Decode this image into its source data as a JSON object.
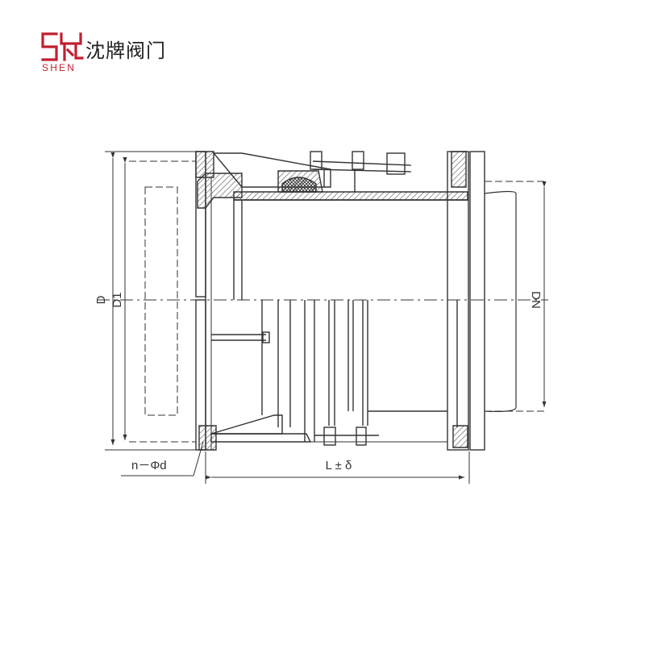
{
  "brand": {
    "name_cn": "沈牌阀门",
    "name_en": "SHEN",
    "color": "#c21f30"
  },
  "labels": {
    "d_outer": "D",
    "d1": "D1",
    "dn": "DN",
    "bolt_holes": "n－Φd",
    "length": "L ± δ"
  },
  "colors": {
    "line": "#333333",
    "hatch": "#555555"
  }
}
